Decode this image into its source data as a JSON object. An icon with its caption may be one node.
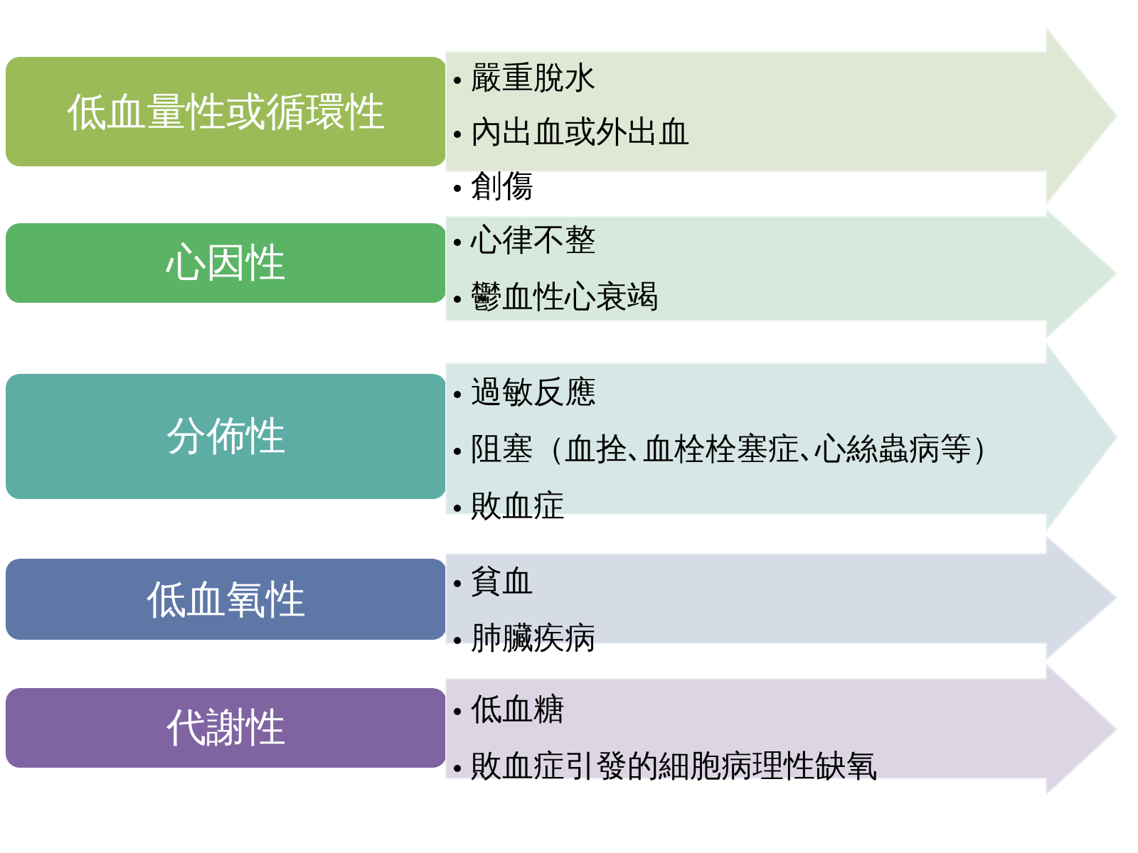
{
  "diagram": {
    "nodes": [
      {
        "text": [
          "低血量性或循環性"
        ]
      },
      {
        "text": [
          "嚴重脫水",
          "內出血或外出血",
          "創傷"
        ]
      },
      {
        "text": [
          "心因性"
        ]
      },
      {
        "text": [
          "心律不整",
          "鬱血性心衰竭"
        ]
      },
      {
        "text": [
          "分佈性"
        ]
      },
      {
        "text": [
          "過敏反應",
          "阻塞（血拴､血栓栓塞症､心絲蟲病等）",
          "敗血症"
        ]
      },
      {
        "text": [
          "低血氧性"
        ]
      },
      {
        "text": [
          "貧血",
          "肺臟疾病"
        ]
      },
      {
        "text": [
          "代謝性"
        ]
      },
      {
        "text": [
          "低血糖",
          "敗血症引發的細胞病理性缺氧"
        ]
      }
    ]
  }
}
